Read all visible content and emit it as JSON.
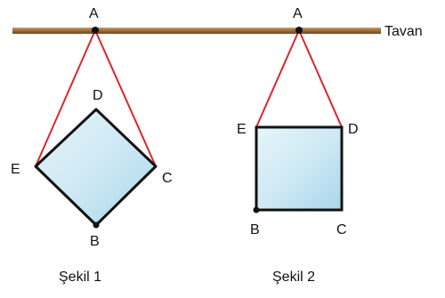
{
  "labels": {
    "ceiling": "Tavan",
    "fig1": {
      "top": "A",
      "d": "D",
      "e": "E",
      "c": "C",
      "b": "B",
      "caption": "Şekil 1"
    },
    "fig2": {
      "top": "A",
      "e": "E",
      "d": "D",
      "b": "B",
      "c": "C",
      "caption": "Şekil 2"
    }
  },
  "colors": {
    "ceiling": "#9a6a3a",
    "string": "#e0242c",
    "plate_fill": "#cfe9f4",
    "outline": "#111111",
    "text": "#111111"
  }
}
